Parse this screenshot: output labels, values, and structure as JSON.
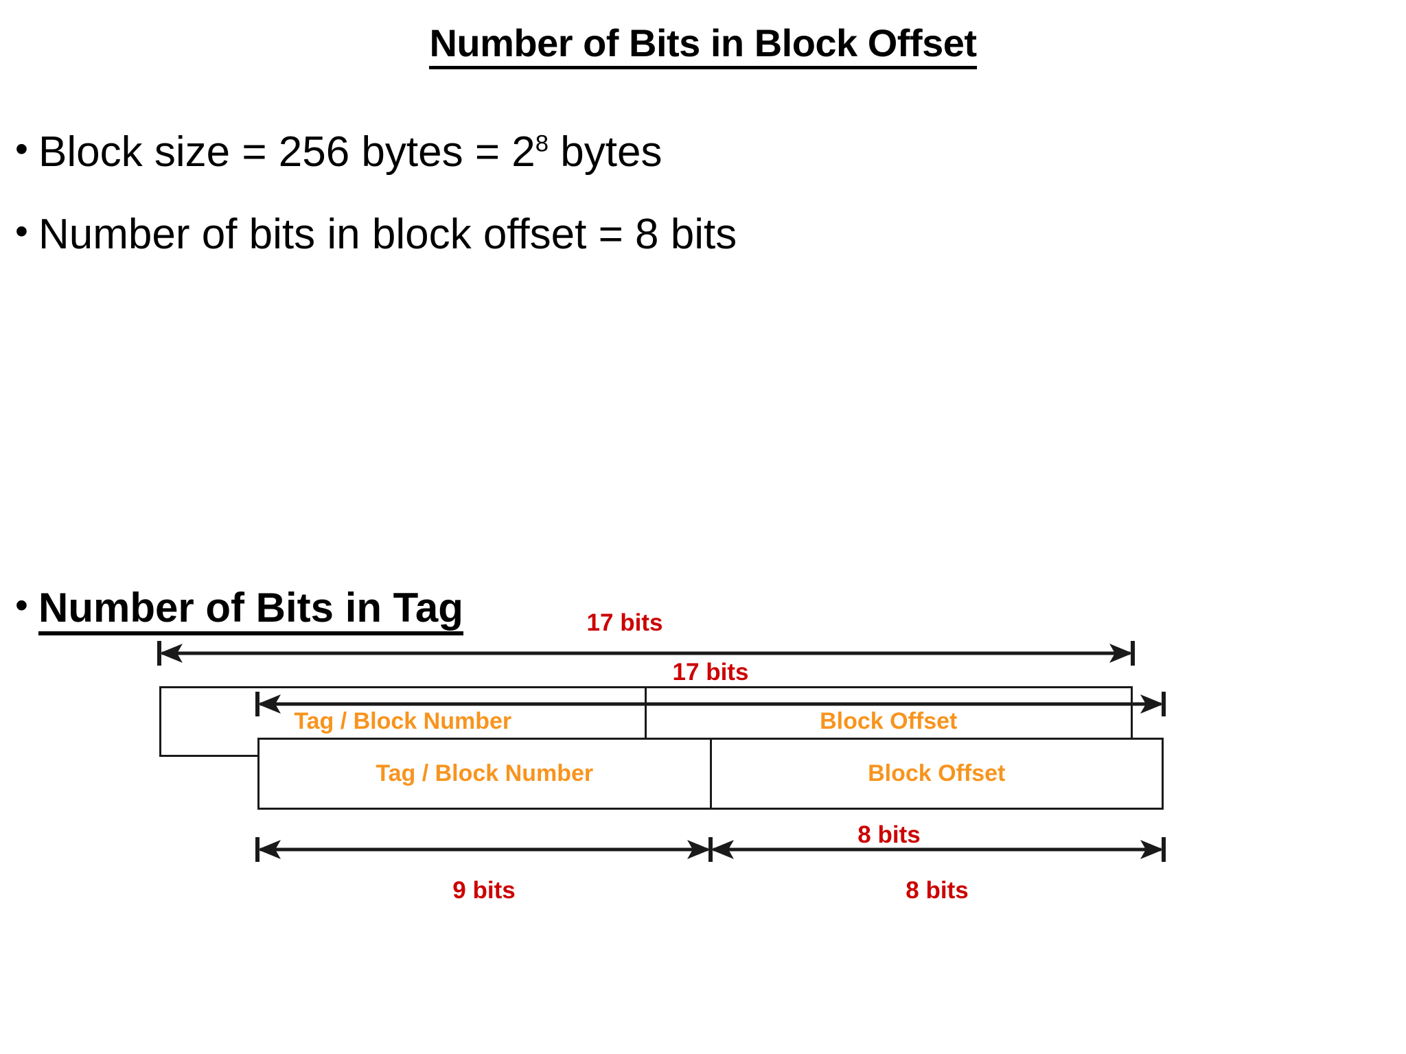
{
  "slide": {
    "title": "Number of Bits in Block Offset",
    "bullets": [
      {
        "marker": "•",
        "text_before_sup": "Block size = 256 bytes = 2",
        "sup": "8",
        "text_after_sup": " bytes"
      },
      {
        "marker": "•",
        "text": "Number of bits in block offset = 8 bits"
      },
      {
        "marker": "•",
        "text": "Number of Bits in Tag"
      }
    ]
  },
  "colors": {
    "title_text": "#000000",
    "field_label": "#F7941E",
    "measure_label": "#CC0000",
    "box_border": "#1A1A1A",
    "background": "#FFFFFF"
  },
  "diagram_1": {
    "name": "block-offset-address-layout",
    "total_label": "17 bits",
    "fields": [
      {
        "label": "Tag / Block Number"
      },
      {
        "label": "Block Offset"
      }
    ],
    "offset_label": "8 bits"
  },
  "diagram_2": {
    "name": "tag-bits-address-layout",
    "total_label": "17 bits",
    "fields": [
      {
        "label": "Tag / Block Number"
      },
      {
        "label": "Block Offset"
      }
    ],
    "tag_label": "9 bits",
    "offset_label": "8 bits"
  }
}
